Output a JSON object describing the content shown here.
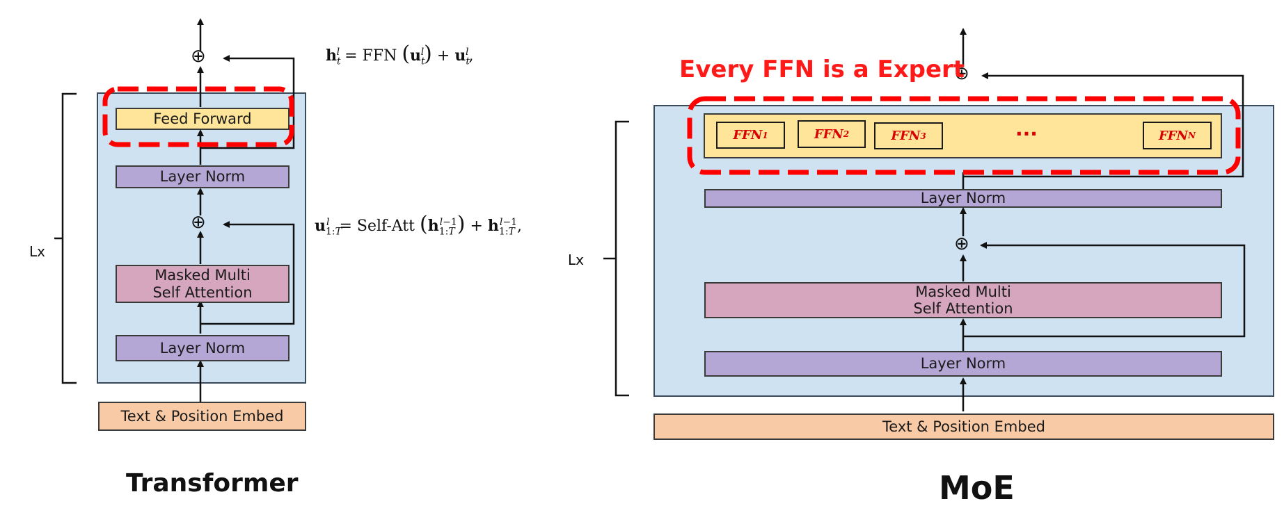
{
  "transformer": {
    "title": "Transformer",
    "repeat_label": "Lx",
    "blocks": {
      "feed_forward": "Feed Forward",
      "layer_norm_top": "Layer Norm",
      "masked_attention_line1": "Masked Multi",
      "masked_attention_line2": "Self Attention",
      "layer_norm_bottom": "Layer Norm",
      "embed": "Text & Position Embed"
    },
    "add_symbol": "⊕",
    "equations": {
      "ffn": "h_t^l = FFN(u_t^l) + u_t^l,",
      "attention": "u_{1:T}^l = Self-Att(h_{1:T}^{l-1}) + h_{1:T}^{l-1},"
    }
  },
  "moe": {
    "title": "MoE",
    "repeat_label": "Lx",
    "highlight_label": "Every FFN is a Expert",
    "experts": [
      "FFN1",
      "FFN2",
      "FFN3",
      "FFNN"
    ],
    "ellipsis": "···",
    "blocks": {
      "layer_norm_top": "Layer Norm",
      "masked_attention_line1": "Masked Multi",
      "masked_attention_line2": "Self Attention",
      "layer_norm_bottom": "Layer Norm",
      "embed": "Text & Position Embed"
    },
    "add_symbol": "⊕"
  },
  "colors": {
    "panel": "#cfe2f2",
    "layer_norm": "#b4a7d6",
    "attention": "#d5a6bd",
    "feed_forward": "#ffe599",
    "embed": "#f8cba6",
    "highlight": "#ff0000"
  }
}
